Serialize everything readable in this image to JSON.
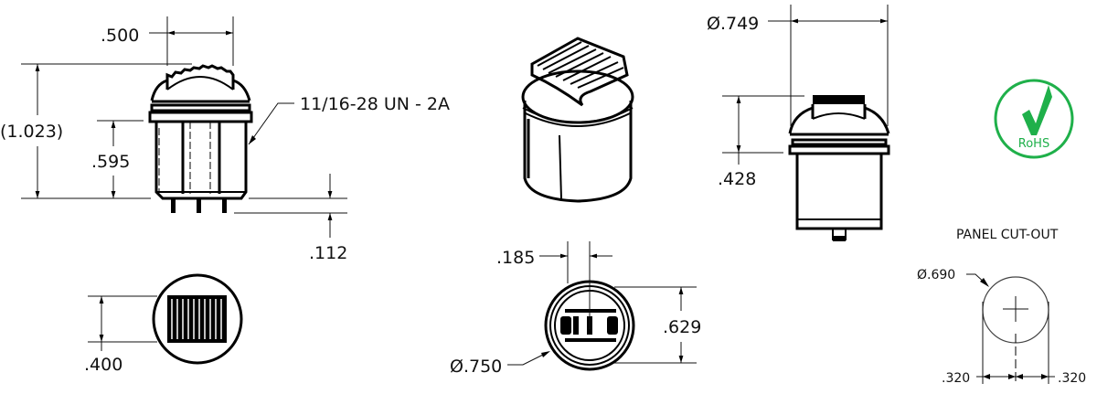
{
  "drawing": {
    "views": {
      "front": {
        "width_dim": ".500",
        "overall_height_dim": "(1.023)",
        "body_height_dim": ".595",
        "pin_length_dim": ".112",
        "thread_callout": "11/16-28 UN - 2A"
      },
      "top": {
        "cap_height_dim": ".400"
      },
      "isometric": {},
      "bottom": {
        "terminal_spacing_dim": ".185",
        "inner_height_dim": ".629",
        "outer_diameter_dim": "Ø.750"
      },
      "side": {
        "diameter_dim": "Ø.749",
        "cap_height_dim": ".428"
      },
      "panel_cutout": {
        "title": "PANEL CUT-OUT",
        "diameter_dim": "Ø.690",
        "left_offset_dim": ".320",
        "right_offset_dim": ".320"
      }
    },
    "badge": {
      "label": "RoHS",
      "color": "#1fb04a"
    }
  }
}
